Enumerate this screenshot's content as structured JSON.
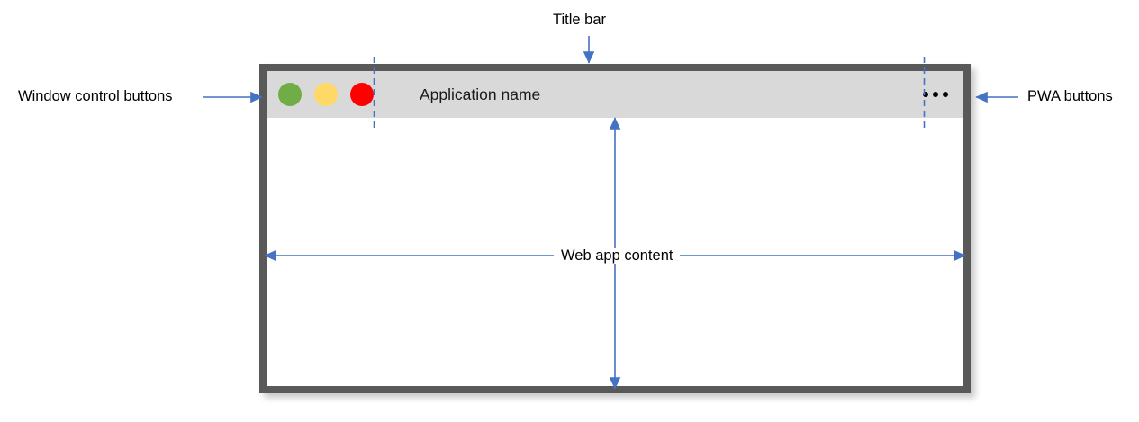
{
  "diagram": {
    "title_annotation": "Title bar",
    "annotations": [
      {
        "key": "title_bar",
        "label": "Title bar"
      },
      {
        "key": "window_control",
        "label": "Window control buttons"
      },
      {
        "key": "pwa_buttons",
        "label": "PWA buttons"
      },
      {
        "key": "web_app",
        "label": "Web app content"
      }
    ]
  },
  "window": {
    "app_name": "Application name",
    "title_bar": {
      "background": "#d9d9d9",
      "controls": [
        {
          "name": "green-window-button",
          "color": "#70AD47"
        },
        {
          "name": "yellow-window-button",
          "color": "#FFD966"
        },
        {
          "name": "red-window-button",
          "color": "#FF0000"
        }
      ],
      "pwa_menu": {
        "icon": "ellipsis-icon",
        "dots": 3
      }
    },
    "frame_color": "#595959",
    "content_background": "#ffffff"
  },
  "labels": {
    "title_bar": "Title bar",
    "window_control_buttons": "Window control buttons",
    "pwa_buttons": "PWA buttons",
    "web_app_content": "Web app content"
  },
  "colors": {
    "arrow": "#4472C4",
    "guide_dashed": "#4472C4",
    "frame": "#595959",
    "title_bar": "#d9d9d9",
    "text": "#000000"
  }
}
